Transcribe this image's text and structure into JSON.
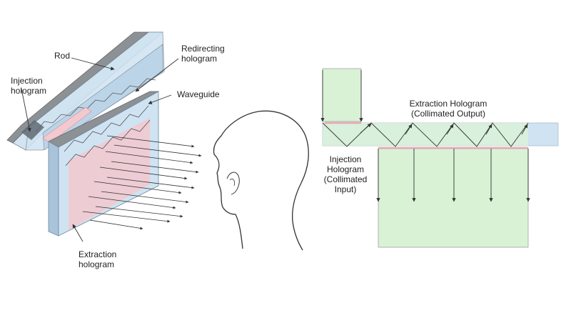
{
  "left_diagram": {
    "labels": {
      "rod": "Rod",
      "redirecting_line1": "Redirecting",
      "redirecting_line2": "hologram",
      "injection_line1": "Injection",
      "injection_line2": "hologram",
      "waveguide": "Waveguide",
      "extraction_line1": "Extraction",
      "extraction_line2": "hologram"
    }
  },
  "right_diagram": {
    "labels": {
      "extraction_line1": "Extraction Hologram",
      "extraction_line2": "(Collimated Output)",
      "injection_line1": "Injection",
      "injection_line2": "Hologram",
      "injection_line3": "(Collimated",
      "injection_line4": "Input)"
    }
  },
  "colors": {
    "waveguide_blue": "#cfe3f2",
    "waveguide_side": "#a9c4da",
    "rod_gray": "#8a8f94",
    "hologram_pink": "#f3c8cf",
    "beam_green": "#d9f2d6",
    "line": "#333333"
  }
}
